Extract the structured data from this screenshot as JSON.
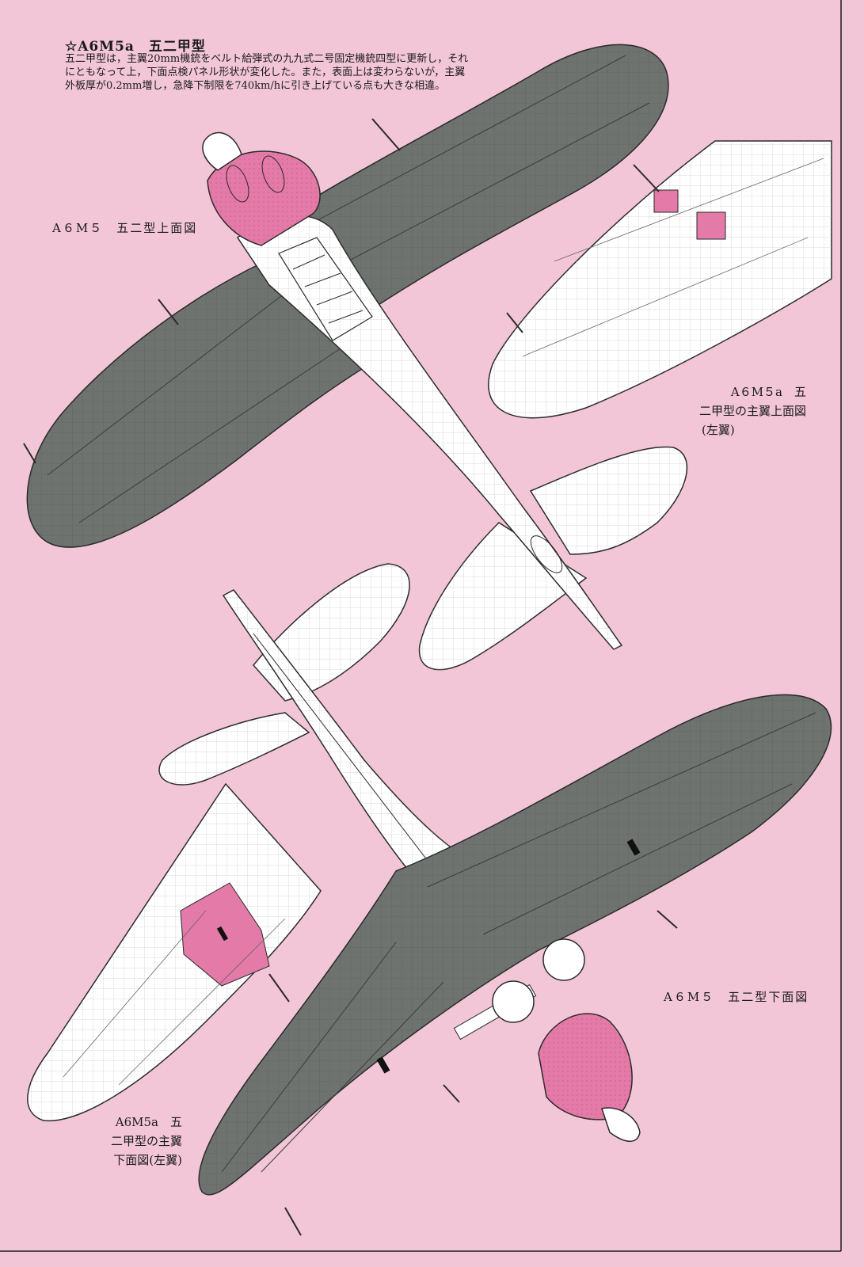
{
  "header": {
    "title": "☆A6M5a　五二甲型",
    "description": "五二甲型は，主翼20mm機銃をベルト給弾式の九九式二号固定機銃四型に更新し，それにともなって上，下面点検パネル形状が変化した。また，表面上は変わらないが，主翼外板厚が0.2mm増し，急降下制限を740km/hに引き上げている点も大きな相違。"
  },
  "labels": {
    "top_plan": "A６M５　五二型上面図",
    "wing_upper_line1": "A６M５a　五",
    "wing_upper_line2": "二甲型の主翼上面図",
    "wing_upper_line3": "(左翼)",
    "bottom_plan": "A６M５　五二型下面図",
    "wing_lower_line1": "A6M5a　五",
    "wing_lower_line2": "二甲型の主翼",
    "wing_lower_line3": "下面図(左翼)"
  },
  "colors": {
    "background": "#f2c6d6",
    "wing_gray": "#6e7370",
    "cowling_pink": "#e47aa8",
    "line": "#2a2a2a",
    "white": "#ffffff"
  }
}
